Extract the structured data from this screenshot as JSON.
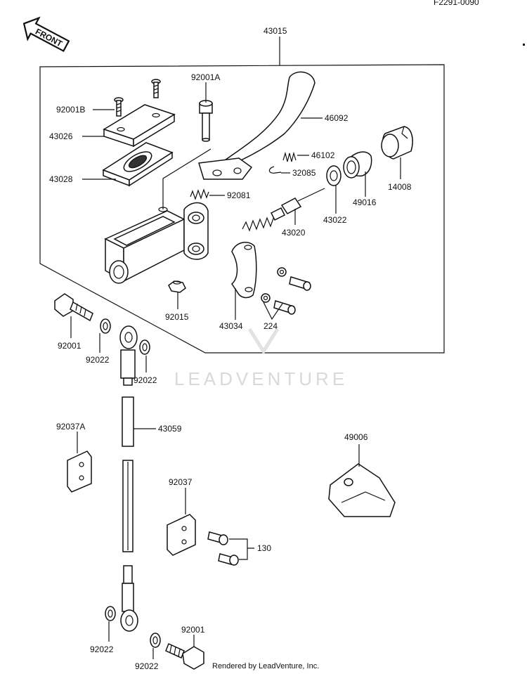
{
  "header": {
    "ref_code": "F2291-0090"
  },
  "front_arrow": {
    "label": "FRONT"
  },
  "watermark": {
    "text": "LEADVENTURE"
  },
  "footer": {
    "credit": "Rendered by LeadVenture, Inc."
  },
  "labels": {
    "p43015": "43015",
    "p92001A": "92001A",
    "p92001B": "92001B",
    "p43026": "43026",
    "p43028": "43028",
    "p46092": "46092",
    "p46102": "46102",
    "p32085": "32085",
    "p92081": "92081",
    "p14008": "14008",
    "p49016": "49016",
    "p43022": "43022",
    "p43020": "43020",
    "p92015": "92015",
    "p43034": "43034",
    "p224": "224",
    "p92001_top": "92001",
    "p92022_a": "92022",
    "p92022_b": "92022",
    "p43059": "43059",
    "p92037A": "92037A",
    "p49006": "49006",
    "p92037": "92037",
    "p130": "130",
    "p92022_c": "92022",
    "p92022_d": "92022",
    "p92001_bottom": "92001"
  }
}
